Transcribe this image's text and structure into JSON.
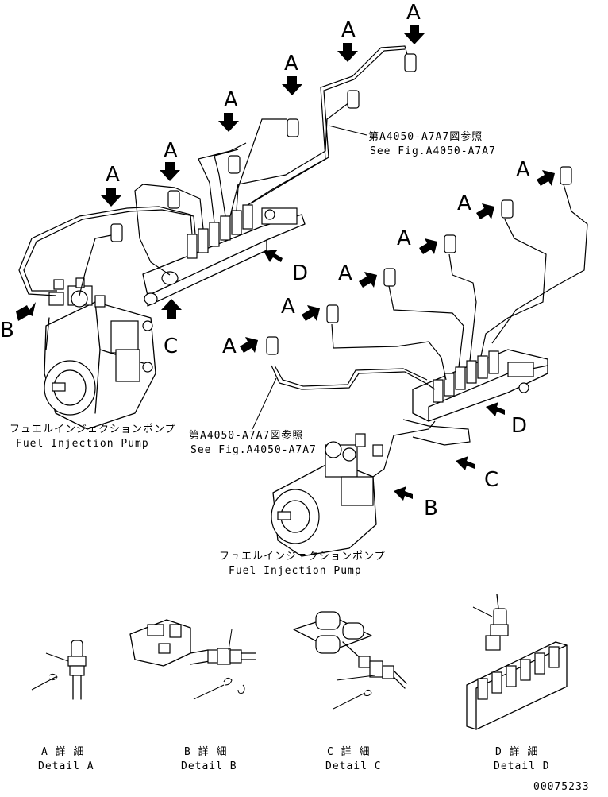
{
  "callouts": {
    "a": "A",
    "b": "B",
    "c": "C",
    "d": "D"
  },
  "reference": {
    "jp": "第A4050-A7A7図参照",
    "en": "See Fig.A4050-A7A7"
  },
  "pump_label": {
    "jp": "フュエルインジェクションポンプ",
    "en": "Fuel Injection Pump"
  },
  "details": [
    {
      "jp": "A 詳 細",
      "en": "Detail A"
    },
    {
      "jp": "B 詳 細",
      "en": "Detail B"
    },
    {
      "jp": "C 詳 細",
      "en": "Detail C"
    },
    {
      "jp": "D 詳 細",
      "en": "Detail D"
    }
  ],
  "drawing_number": "00075233"
}
